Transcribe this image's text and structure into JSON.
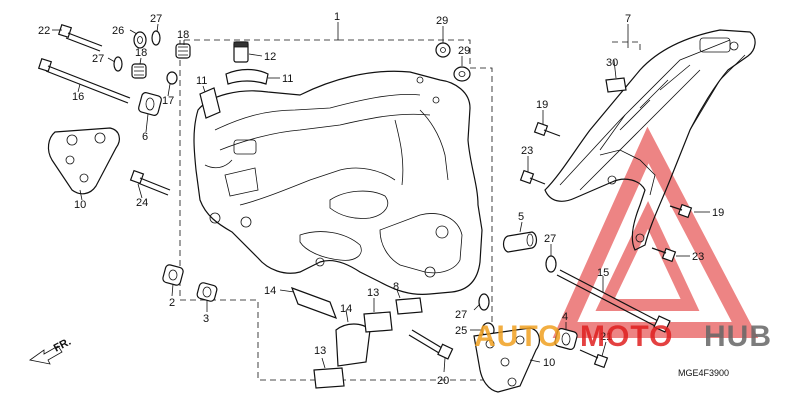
{
  "diagram": {
    "callouts": [
      {
        "id": "c1",
        "text": "1"
      },
      {
        "id": "c22",
        "text": "22"
      },
      {
        "id": "c26",
        "text": "26"
      },
      {
        "id": "c27a",
        "text": "27"
      },
      {
        "id": "c18a",
        "text": "18"
      },
      {
        "id": "c18b",
        "text": "18"
      },
      {
        "id": "c27b",
        "text": "27"
      },
      {
        "id": "c12",
        "text": "12"
      },
      {
        "id": "c11a",
        "text": "11"
      },
      {
        "id": "c11b",
        "text": "11"
      },
      {
        "id": "c16",
        "text": "16"
      },
      {
        "id": "c17",
        "text": "17"
      },
      {
        "id": "c6",
        "text": "6"
      },
      {
        "id": "c10a",
        "text": "10"
      },
      {
        "id": "c24",
        "text": "24"
      },
      {
        "id": "c29a",
        "text": "29"
      },
      {
        "id": "c29b",
        "text": "29"
      },
      {
        "id": "c7",
        "text": "7"
      },
      {
        "id": "c30",
        "text": "30"
      },
      {
        "id": "c19a",
        "text": "19"
      },
      {
        "id": "c23a",
        "text": "23"
      },
      {
        "id": "c19b",
        "text": "19"
      },
      {
        "id": "c23b",
        "text": "23"
      },
      {
        "id": "c5",
        "text": "5"
      },
      {
        "id": "c27c",
        "text": "27"
      },
      {
        "id": "c15",
        "text": "15"
      },
      {
        "id": "c2",
        "text": "2"
      },
      {
        "id": "c3",
        "text": "3"
      },
      {
        "id": "c14a",
        "text": "14"
      },
      {
        "id": "c14b",
        "text": "14"
      },
      {
        "id": "c13a",
        "text": "13"
      },
      {
        "id": "c8",
        "text": "8"
      },
      {
        "id": "c13b",
        "text": "13"
      },
      {
        "id": "c27d",
        "text": "27"
      },
      {
        "id": "c25",
        "text": "25"
      },
      {
        "id": "c4",
        "text": "4"
      },
      {
        "id": "c10b",
        "text": "10"
      },
      {
        "id": "c21",
        "text": "21"
      },
      {
        "id": "c20",
        "text": "20"
      }
    ],
    "direction_label": "FR.",
    "diagram_code": "MGE4F3900"
  },
  "watermark": {
    "text_auto": "AUTO",
    "text_moto": "MOTO",
    "text_hub": "HUB",
    "color_red": "#e02020",
    "color_orange": "#f0a020",
    "color_gray": "#666666"
  }
}
